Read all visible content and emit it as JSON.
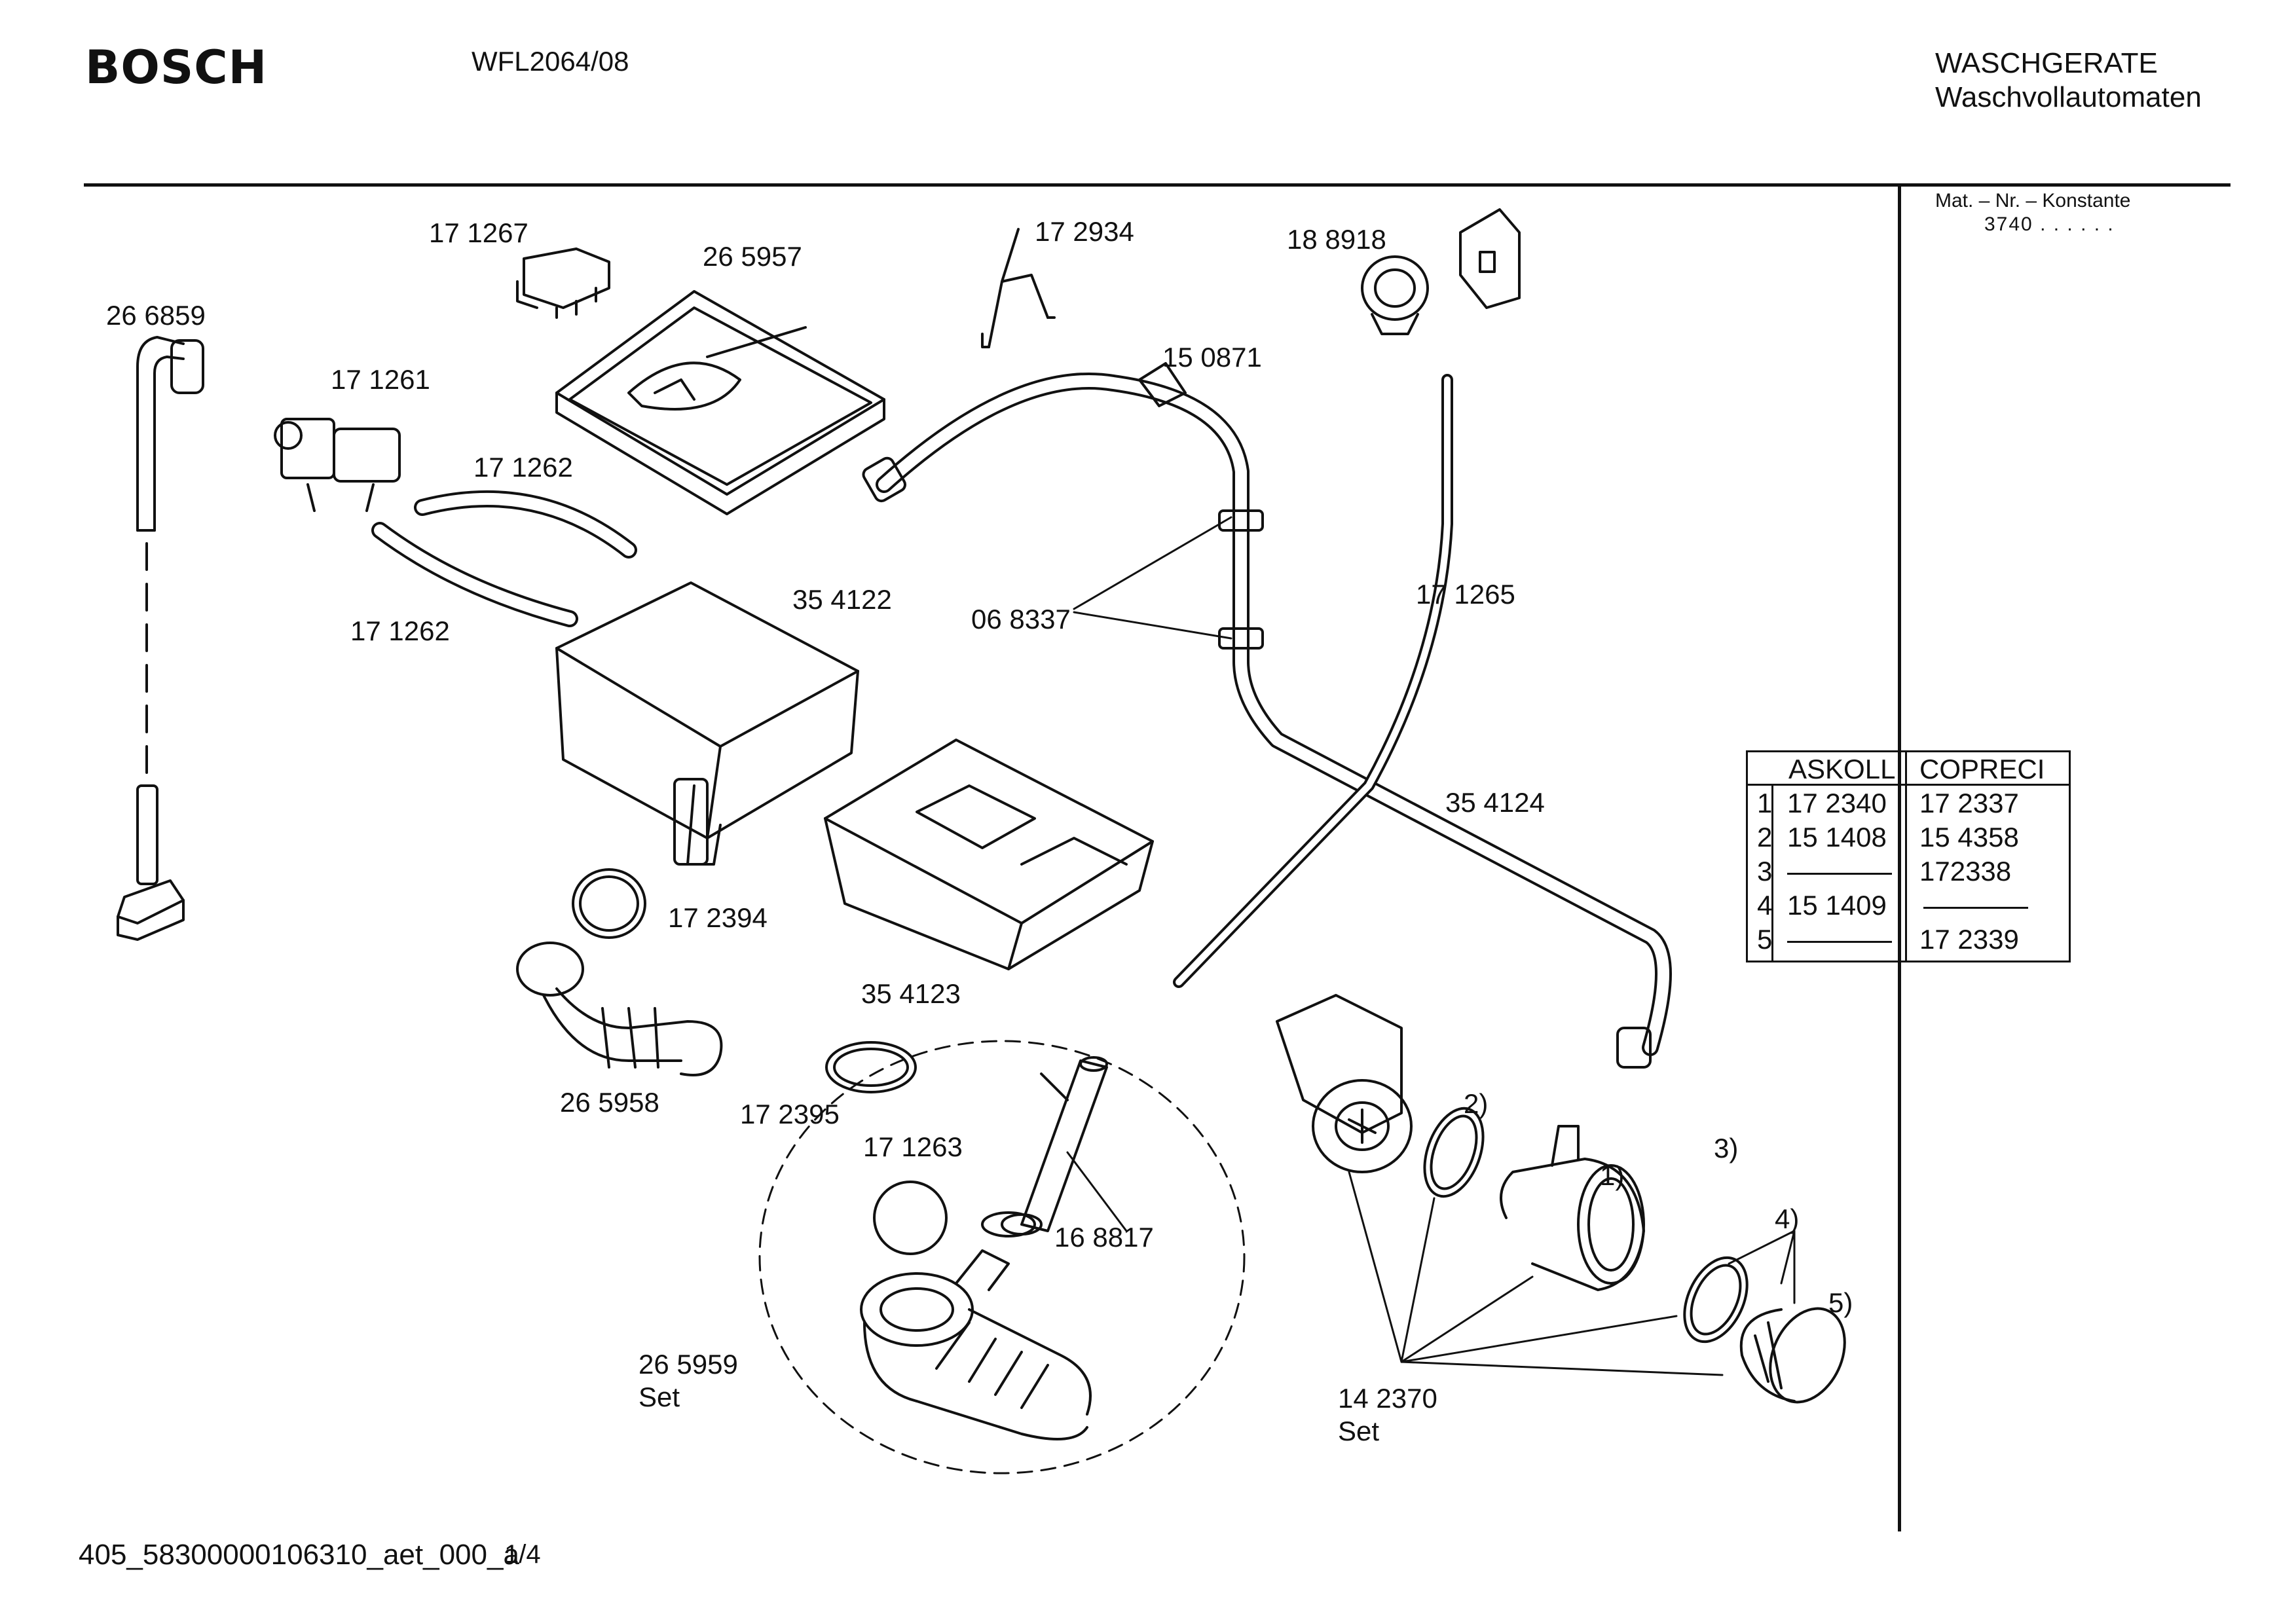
{
  "header": {
    "brand": "BOSCH",
    "model": "WFL2064/08",
    "category_line1": "WASCHGERATE",
    "category_line2": "Waschvollautomaten",
    "mat_label": "Mat. – Nr. – Konstante",
    "mat_value": "3740 . . . . . ."
  },
  "labels": [
    {
      "id": "p266859",
      "text": "26 6859"
    },
    {
      "id": "p171267",
      "text": "17 1267"
    },
    {
      "id": "p265957",
      "text": "26 5957"
    },
    {
      "id": "p172934",
      "text": "17 2934"
    },
    {
      "id": "p188918",
      "text": "18 8918"
    },
    {
      "id": "p171261",
      "text": "17 1261"
    },
    {
      "id": "p150871",
      "text": "15 0871"
    },
    {
      "id": "p171262a",
      "text": "17 1262"
    },
    {
      "id": "p171262b",
      "text": "17 1262"
    },
    {
      "id": "p354122",
      "text": "35 4122"
    },
    {
      "id": "p068337",
      "text": "06 8337"
    },
    {
      "id": "p171265",
      "text": "17 1265"
    },
    {
      "id": "p354124",
      "text": "35 4124"
    },
    {
      "id": "p172394",
      "text": "17 2394"
    },
    {
      "id": "p354123",
      "text": "35 4123"
    },
    {
      "id": "p265958",
      "text": "26 5958"
    },
    {
      "id": "p172395",
      "text": "17 2395"
    },
    {
      "id": "p171263",
      "text": "17 1263"
    },
    {
      "id": "p168817",
      "text": "16 8817"
    },
    {
      "id": "p265959",
      "text": "26 5959"
    },
    {
      "id": "p265959set",
      "text": "Set"
    },
    {
      "id": "p142370",
      "text": "14 2370"
    },
    {
      "id": "p142370set",
      "text": "Set"
    },
    {
      "id": "n1",
      "text": "1)"
    },
    {
      "id": "n2",
      "text": "2)"
    },
    {
      "id": "n3",
      "text": "3)"
    },
    {
      "id": "n4",
      "text": "4)"
    },
    {
      "id": "n5",
      "text": "5)"
    }
  ],
  "table": {
    "headers": [
      "ASKOLL",
      "COPRECI"
    ],
    "rows": [
      {
        "num": "1",
        "askoll": "17 2340",
        "copreci": "17 2337"
      },
      {
        "num": "2",
        "askoll": "15 1408",
        "copreci": "15 4358"
      },
      {
        "num": "3",
        "askoll": "",
        "copreci": "172338"
      },
      {
        "num": "4",
        "askoll": "15 1409",
        "copreci": ""
      },
      {
        "num": "5",
        "askoll": "",
        "copreci": "17 2339"
      }
    ]
  },
  "footer": {
    "doc_id": "405_58300000106310_aet_000_a",
    "page": "1/4"
  }
}
